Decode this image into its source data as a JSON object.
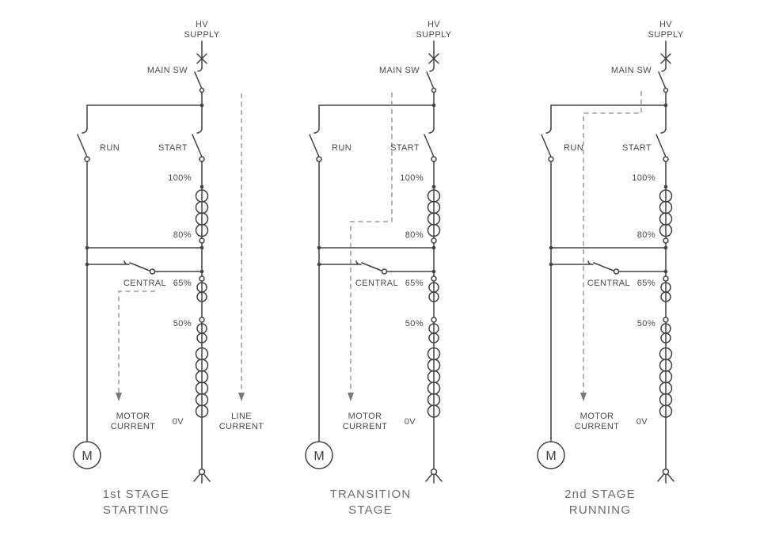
{
  "figure": {
    "title_semantic": "Autotransformer motor starter stages schematic",
    "background": "#ffffff",
    "line_color": "#414141",
    "dash_color": "#8a8a8a",
    "labels": {
      "hv1": "HV",
      "hv2": "SUPPLY",
      "main_sw": "MAIN SW",
      "run": "RUN",
      "start": "START",
      "tap100": "100%",
      "tap80": "80%",
      "central": "CENTRAL",
      "tap65": "65%",
      "tap50": "50%",
      "tap0": "0V",
      "motor_current1": "MOTOR",
      "motor_current2": "CURRENT",
      "line_current1": "LINE",
      "line_current2": "CURRENT",
      "motor_letter": "M"
    },
    "panels": [
      {
        "caption1": "1st STAGE",
        "caption2": "STARTING"
      },
      {
        "caption1": "TRANSITION",
        "caption2": "STAGE"
      },
      {
        "caption1": "2nd STAGE",
        "caption2": "RUNNING"
      }
    ]
  }
}
